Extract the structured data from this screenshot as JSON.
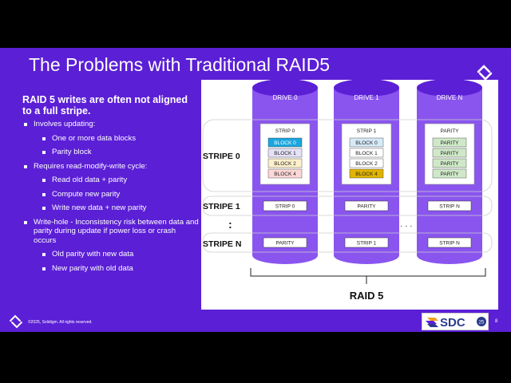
{
  "slide": {
    "title": "The Problems with Traditional RAID5",
    "heading": "RAID 5 writes are often not aligned to a full stripe.",
    "bullets": [
      {
        "text": "Involves updating:",
        "sub": [
          "One or more data blocks",
          "Parity block"
        ]
      },
      {
        "text": "Requires read-modify-write cycle:",
        "sub": [
          "Read old data + parity",
          "Compute new parity",
          "Write new data + new parity"
        ]
      },
      {
        "text": "Write-hole - Inconsistency risk between data and parity during update if power loss or crash occurs",
        "sub": [
          "Old parity with new data",
          "New parity with old data"
        ]
      }
    ],
    "footer_copyright": "©2025, Solidigm. All rights reserved.",
    "page_number": "8",
    "sdc_logo": "SDC",
    "sdc_badge": "25"
  },
  "diagram": {
    "drives": [
      "DRIVE 0",
      "DRIVE 1",
      "DRIVE N"
    ],
    "stripe_labels": [
      "STRIPE 0",
      "STRIPE 1",
      "STRIPE N"
    ],
    "vertical_dots": ":",
    "horizontal_dots": "· · ·",
    "stripe0": [
      {
        "title": "STRIP 0",
        "blocks": [
          "BLOCK 0",
          "BLOCK 1",
          "BLOCK 2",
          "BLOCK 4"
        ]
      },
      {
        "title": "STRIP 1",
        "blocks": [
          "BLOCK 0",
          "BLOCK 1",
          "BLOCK 2",
          "BLOCK 4"
        ]
      },
      {
        "title": "PARITY",
        "blocks": [
          "PARITY",
          "PARITY",
          "PARITY",
          "PARITY"
        ]
      }
    ],
    "stripe1": [
      "STRIP 0",
      "PARITY",
      "STRIP N"
    ],
    "stripeN": [
      "PARITY",
      "STRIP 1",
      "STRIP N"
    ],
    "raid_label": "RAID 5",
    "colors": {
      "drive": "#8a55ef",
      "drive_dark": "#5b1fd6",
      "block0_blue": "#1aa6df",
      "block1": "#e5e1f7",
      "block2": "#fff0cc",
      "block4_pink": "#ffd7d7",
      "s1block0": "#d6eaf8",
      "s1block4_gold": "#e0b400",
      "parity_green": "#cfe9c8"
    }
  }
}
